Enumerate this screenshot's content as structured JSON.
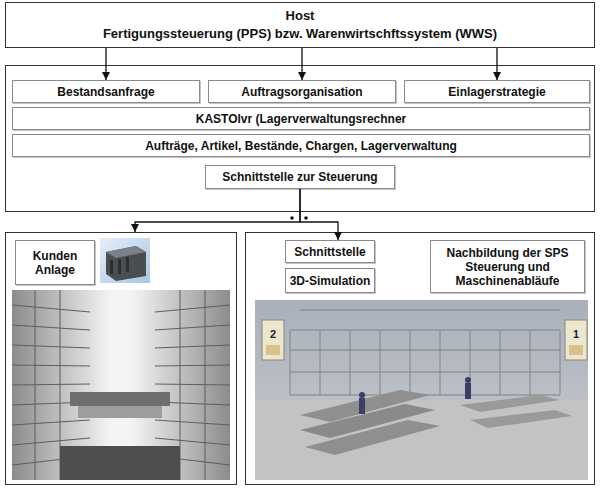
{
  "diagram": {
    "nodes": [
      {
        "text": [
          "Host",
          "Fertigungssteuerung (PPS) bzw. Warenwirtschftssystem (WWS)"
        ]
      },
      {
        "text": []
      },
      {
        "text": [
          "Bestandsanfrage"
        ],
        "in": 1
      },
      {
        "text": [
          "Auftragsorganisation"
        ],
        "in": 1
      },
      {
        "text": [
          "Einlagerstrategie"
        ],
        "in": 1
      },
      {
        "text": [
          "KASTOlvr (Lagerverwaltungsrechner"
        ],
        "in": 1
      },
      {
        "text": [
          "Aufträge, Artikel, Bestände, Chargen, Lagerverwaltung"
        ],
        "in": 1
      },
      {
        "text": [
          "Schnittstelle zur Steuerung"
        ],
        "in": 1
      },
      {
        "text": []
      },
      {
        "text": [
          "Kunden Anlage"
        ],
        "in": 8
      },
      {
        "text": []
      },
      {
        "text": [
          "Schnittstelle"
        ],
        "in": 10
      },
      {
        "text": [
          "3D-Simulation"
        ],
        "in": 10
      },
      {
        "text": [
          "Nachbildung der SPS Steuerung und Maschinenabläufe"
        ],
        "in": 10
      }
    ],
    "edges": [
      {
        "from": 0,
        "to": 2,
        "arrow": "to"
      },
      {
        "from": 0,
        "to": 3,
        "arrow": "to"
      },
      {
        "from": 0,
        "to": 4,
        "arrow": "to"
      },
      {
        "from": 7,
        "to": 8,
        "arrow": "to"
      },
      {
        "from": 7,
        "to": 11,
        "arrow": "to"
      }
    ],
    "labels": [
      "2",
      "1"
    ]
  }
}
